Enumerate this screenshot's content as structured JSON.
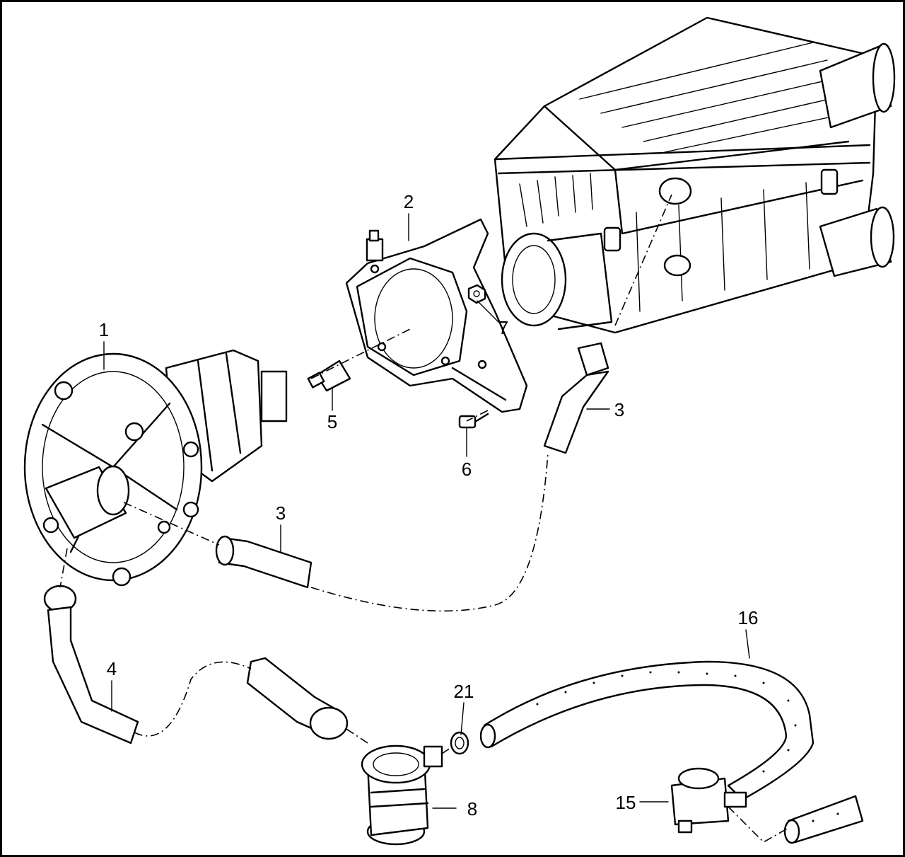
{
  "diagram": {
    "callouts": [
      {
        "id": "c1",
        "text": "1"
      },
      {
        "id": "c2",
        "text": "2"
      },
      {
        "id": "c3a",
        "text": "3"
      },
      {
        "id": "c3b",
        "text": "3"
      },
      {
        "id": "c4",
        "text": "4"
      },
      {
        "id": "c5",
        "text": "5"
      },
      {
        "id": "c6",
        "text": "6"
      },
      {
        "id": "c7",
        "text": "7"
      },
      {
        "id": "c8",
        "text": "8"
      },
      {
        "id": "c15",
        "text": "15"
      },
      {
        "id": "c16",
        "text": "16"
      },
      {
        "id": "c21",
        "text": "21"
      }
    ]
  }
}
